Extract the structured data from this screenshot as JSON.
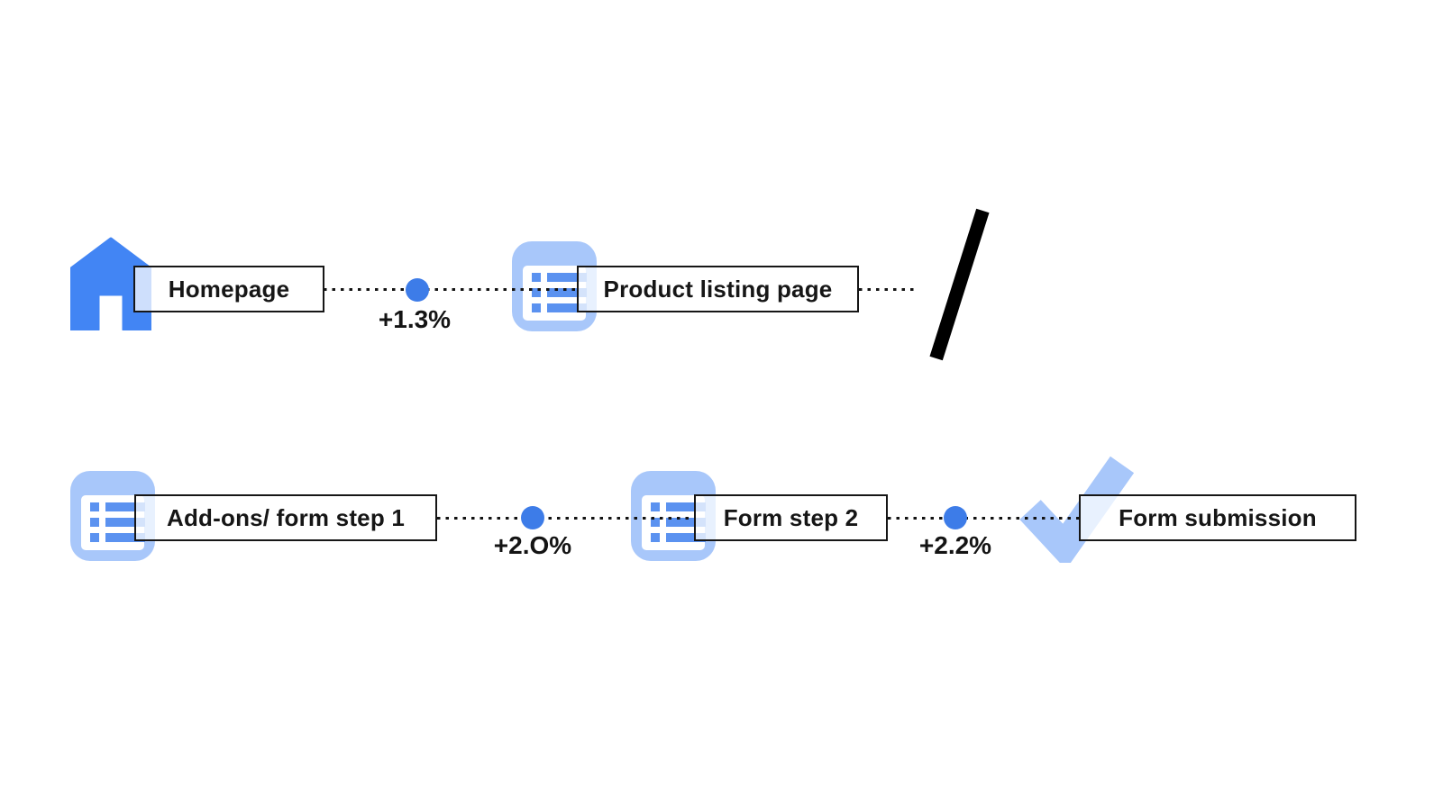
{
  "colors": {
    "primary_blue": "#4285f4",
    "light_blue": "#a8c7fa",
    "dot_blue": "#3d7ce8",
    "row_blue": "#5b92f0",
    "line_black": "#131313",
    "text_black": "#161616"
  },
  "funnel": {
    "row1": {
      "homepage": {
        "label": "Homepage",
        "icon": "home-icon"
      },
      "product_listing": {
        "label": "Product listing page",
        "icon": "list-icon"
      },
      "edge1": {
        "delta": "+1.3%"
      },
      "continuation": {
        "type": "slash-break"
      }
    },
    "row2": {
      "addons": {
        "label": "Add-ons/ form step 1",
        "icon": "list-icon"
      },
      "form_step2": {
        "label": "Form step 2",
        "icon": "list-icon"
      },
      "form_submission": {
        "label": "Form submission",
        "icon": "check-icon"
      },
      "edge2": {
        "delta": "+2.O%"
      },
      "edge3": {
        "delta": "+2.2%"
      }
    }
  }
}
